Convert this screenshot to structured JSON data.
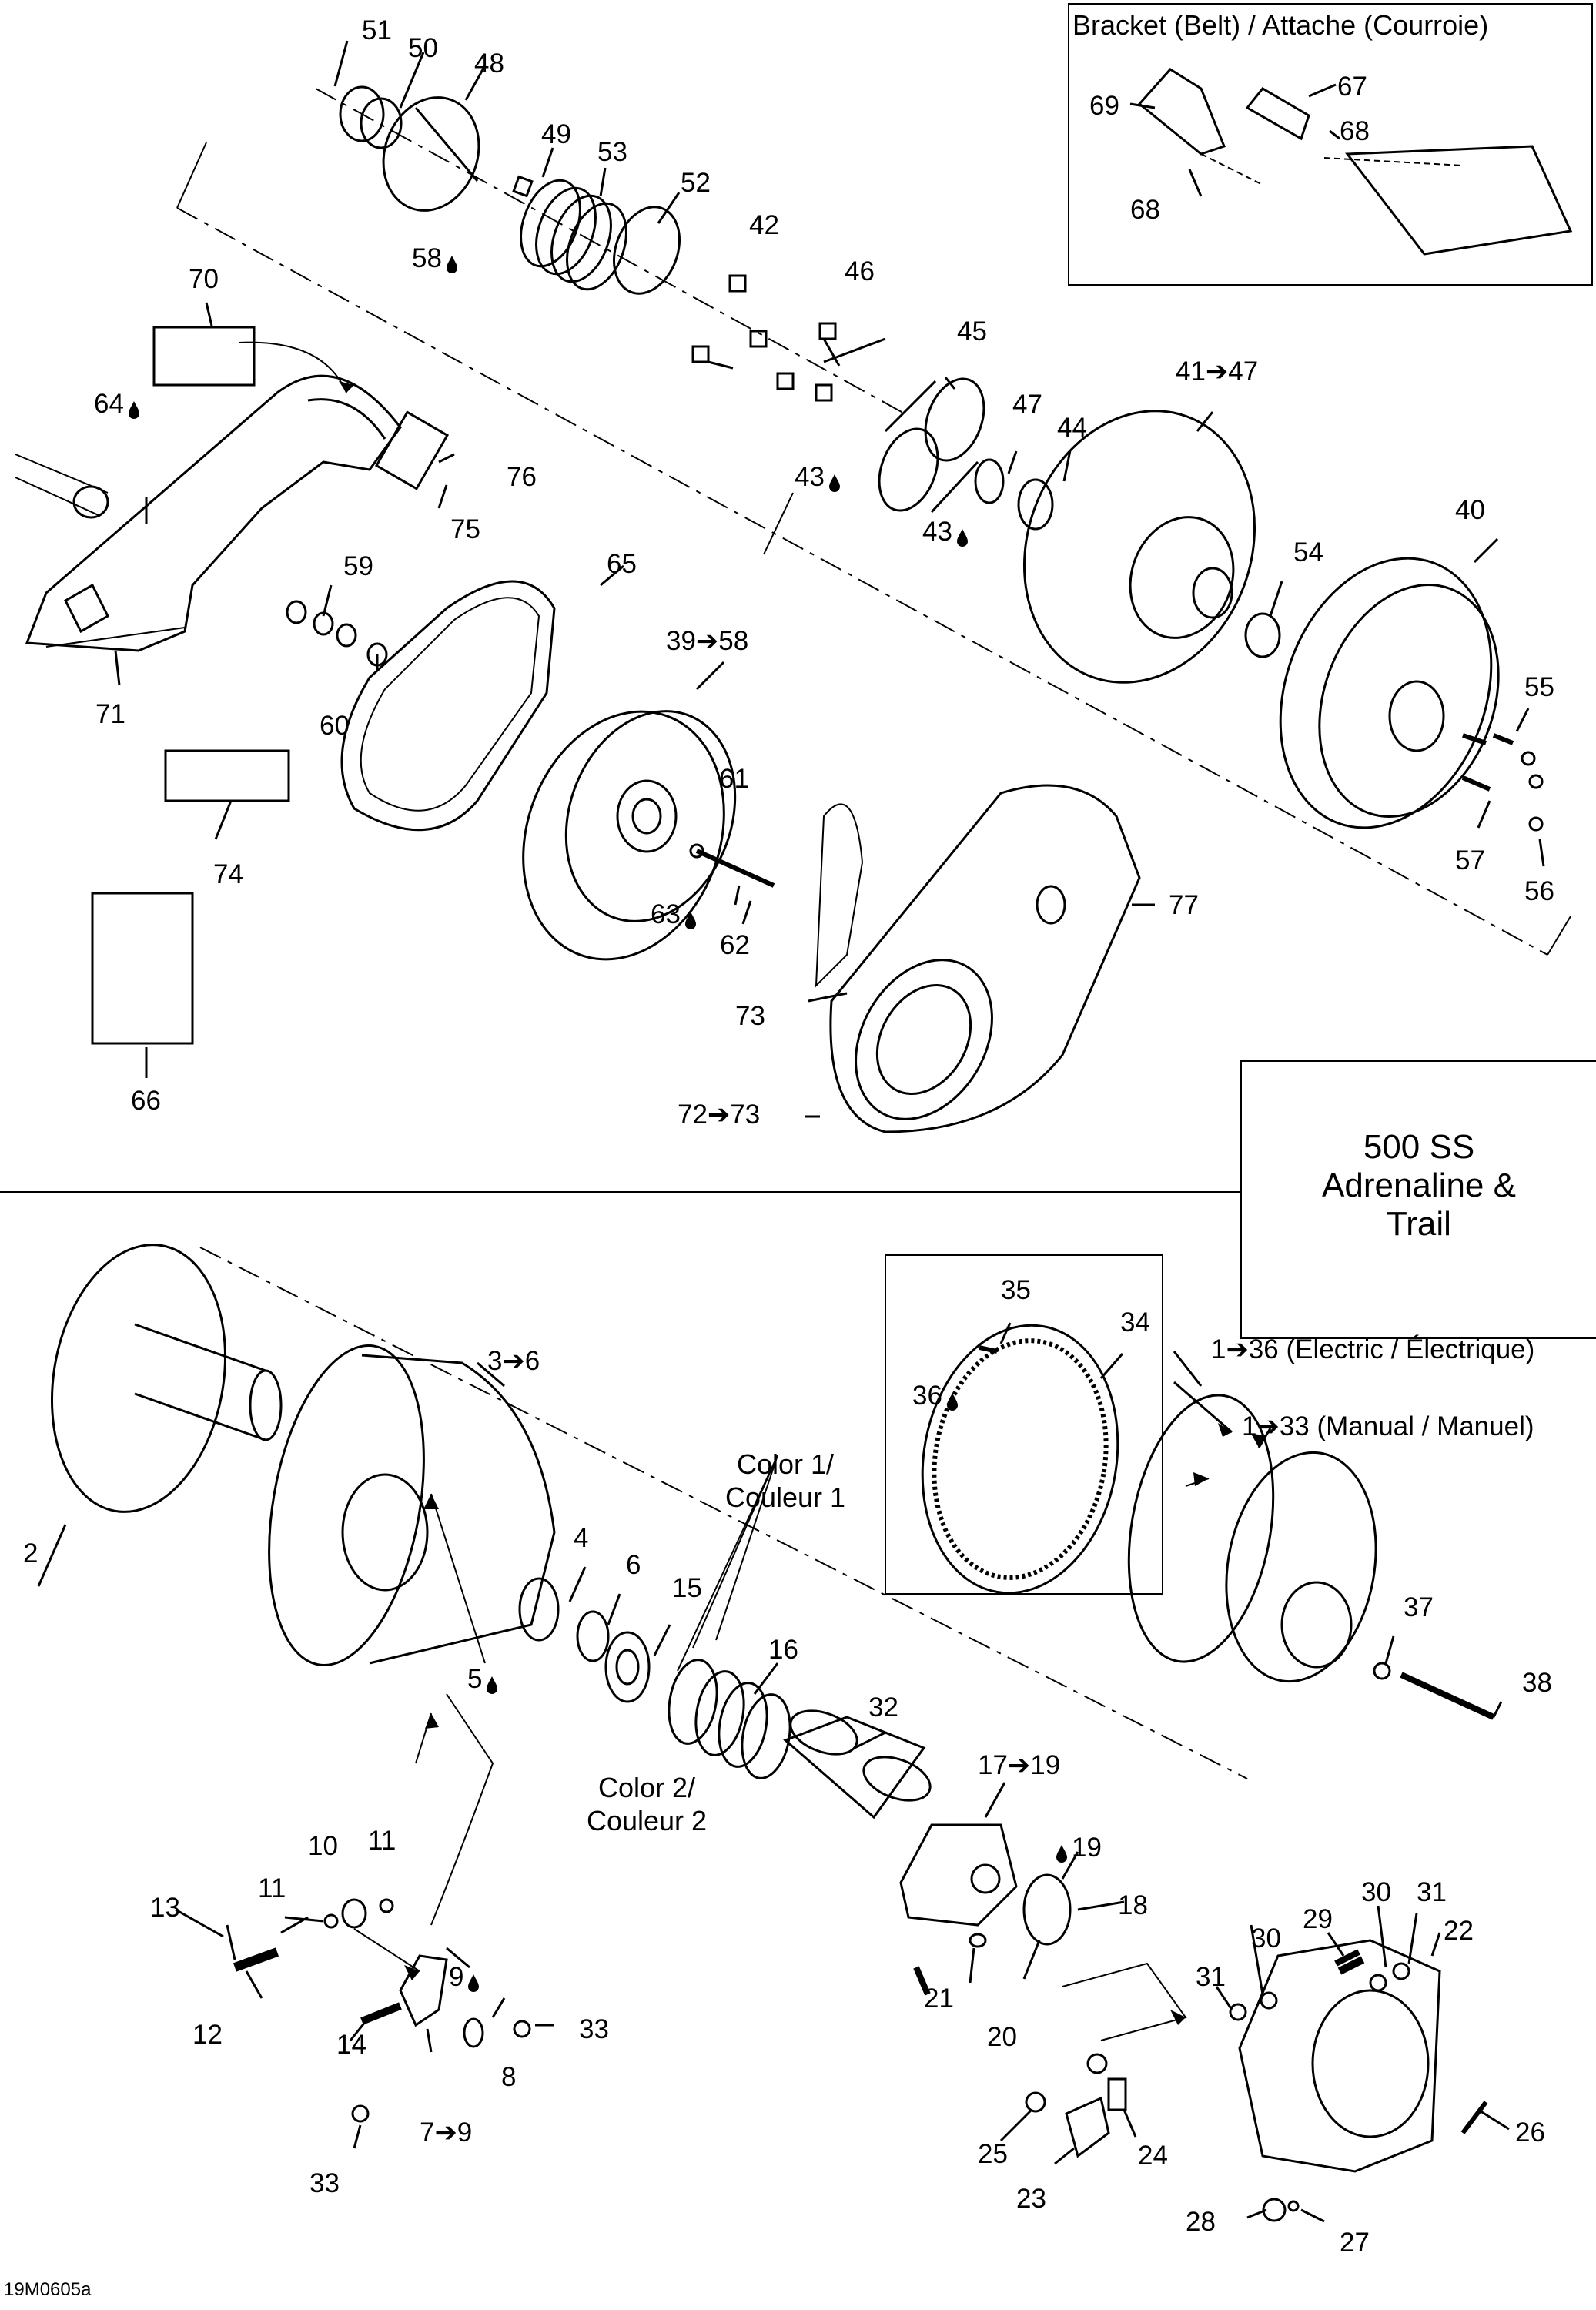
{
  "inset_bracket": {
    "title": "Bracket (Belt) / Attache (Courroie)"
  },
  "model_box": {
    "line1": "500 SS",
    "line2": "Adrenaline &",
    "line3": "Trail"
  },
  "group_notes": {
    "electric": "1➔36 (Electric / Électrique)",
    "manual": "1➔33 (Manual / Manuel)",
    "color1": "Color 1/\nCouleur 1",
    "color2": "Color 2/\nCouleur 2"
  },
  "callouts": {
    "c51": "51",
    "c50": "50",
    "c48": "48",
    "c49": "49",
    "c53": "53",
    "c52": "52",
    "c58": "58",
    "c42": "42",
    "c46": "46",
    "c45": "45",
    "c70": "70",
    "c64": "64",
    "c41": "41➔47",
    "c47": "47",
    "c44": "44",
    "c43a": "43",
    "c43b": "43",
    "c76": "76",
    "c75": "75",
    "c65": "65",
    "c59": "59",
    "c60": "60",
    "c71": "71",
    "c40": "40",
    "c54": "54",
    "c39": "39➔58",
    "c61": "61",
    "c55": "55",
    "c74": "74",
    "c63": "63",
    "c62": "62",
    "c77": "77",
    "c57": "57",
    "c56": "56",
    "c73": "73",
    "c66": "66",
    "c72": "72➔73",
    "c67": "67",
    "c69": "69",
    "c68a": "68",
    "c68b": "68",
    "c2": "2",
    "c3": "3➔6",
    "c35": "35",
    "c34": "34",
    "c36": "36",
    "c4": "4",
    "c6": "6",
    "c15": "15",
    "c5": "5",
    "c16": "16",
    "c37": "37",
    "c38": "38",
    "c32": "32",
    "c17": "17➔19",
    "c19": "19",
    "c18": "18",
    "c10": "10",
    "c11a": "11",
    "c11b": "11",
    "c13": "13",
    "c12": "12",
    "c9": "9",
    "c33a": "33",
    "c33b": "33",
    "c14": "14",
    "c8": "8",
    "c7": "7➔9",
    "c30a": "30",
    "c31a": "31",
    "c29": "29",
    "c30b": "30",
    "c31b": "31",
    "c22": "22",
    "c21": "21",
    "c20": "20",
    "c25": "25",
    "c24": "24",
    "c23": "23",
    "c26": "26",
    "c28": "28",
    "c27": "27"
  },
  "reference_code": "19M0605a"
}
